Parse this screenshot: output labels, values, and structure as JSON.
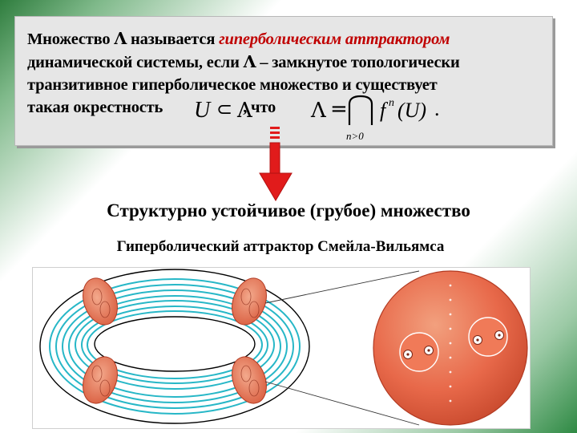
{
  "definition": {
    "line1_a": "Множество ",
    "lambda": "Λ",
    "line1_b": " называется ",
    "line1_highlight": "гиперболическим аттрактором",
    "line2_a": "динамической системы, если ",
    "line2_b": " – замкнутое топологически",
    "line3": "транзитивное гиперболическое множество и существует",
    "line4_a": "такая окрестность",
    "line4_b": ", что",
    "formula_U": "U",
    "formula_f": "f",
    "formula_n": "n",
    "formula_U2": "(U)",
    "formula_sub": "n>0",
    "formula_dot": "."
  },
  "heading": "Структурно устойчивое (грубое) множество",
  "subheading": "Гиперболический аттрактор Смейла-Вильямса",
  "colors": {
    "accent_red": "#c00000",
    "arrow_red": "#e11b1b",
    "torus_cyan": "#27b7c7",
    "solid_torus_orange": "#e8694a"
  }
}
